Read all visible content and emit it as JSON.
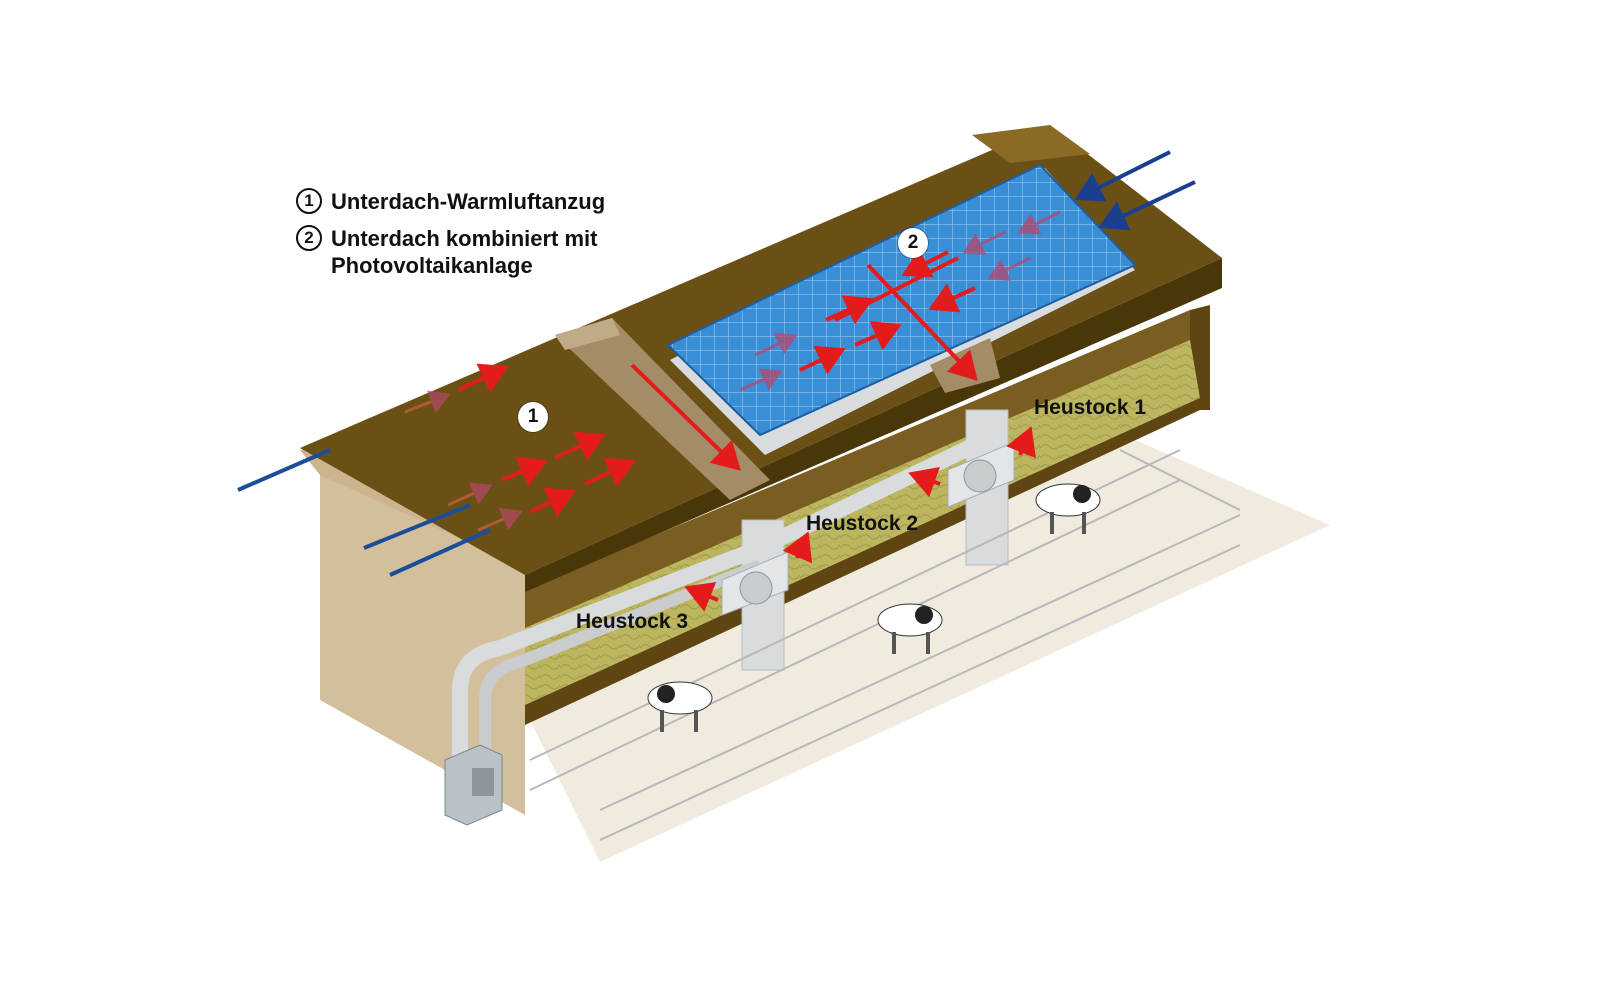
{
  "legend": [
    {
      "number": "1",
      "text": "Unterdach-Warmluftanzug"
    },
    {
      "number": "2",
      "text": "Unterdach kombiniert mit Photovoltaikanlage"
    }
  ],
  "roof_markers": [
    "1",
    "2"
  ],
  "hay_stores": [
    "Heustock 1",
    "Heustock 2",
    "Heustock 3"
  ],
  "colors": {
    "roof": "#6b5016",
    "roof_edge": "#4a3709",
    "wall": "#d4bf9c",
    "floor": "#f1ebdf",
    "hay": "#b9b25c",
    "solar_panel": "#3a8ed6",
    "warm_air_arrow": "#e41b1b",
    "cold_air_line": "#1a4e98",
    "duct": "#d9dcde"
  }
}
